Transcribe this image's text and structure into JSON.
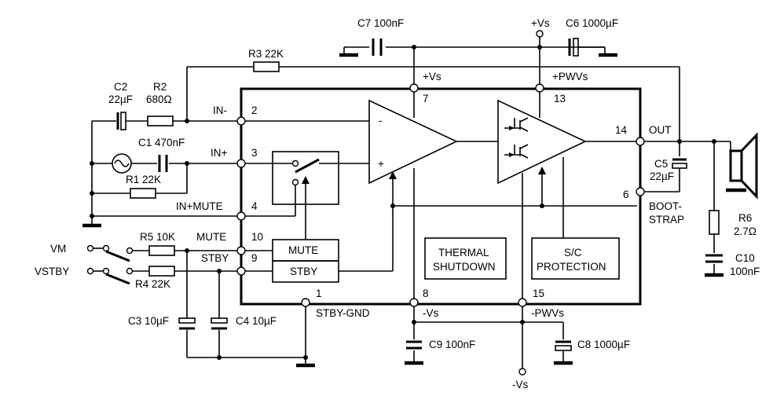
{
  "diagram": {
    "components": {
      "c7": "C7 100nF",
      "vs_top": "+Vs",
      "c6": "C6 1000µF",
      "r3": "R3 22K",
      "c2_name": "C2",
      "c2_value": "22µF",
      "r2_name": "R2",
      "r2_value": "680Ω",
      "c1": "C1 470nF",
      "r1": "R1 22K",
      "vm": "VM",
      "vstby": "VSTBY",
      "r5": "R5 10K",
      "r4": "R4 22K",
      "c3": "C3 10µF",
      "c4": "C4 10µF",
      "c9": "C9 100nF",
      "c8": "C8 1000µF",
      "vs_bottom": "-Vs",
      "c5_name": "C5",
      "c5_value": "22µF",
      "r6_name": "R6",
      "r6_value": "2.7Ω",
      "c10_name": "C10",
      "c10_value": "100nF"
    },
    "pins": {
      "in_minus": "IN-",
      "in_plus": "IN+",
      "in_plus_mute": "IN+MUTE",
      "mute": "MUTE",
      "stby": "STBY",
      "p2": "2",
      "p3": "3",
      "p4": "4",
      "p10": "10",
      "p9": "9",
      "p1": "1",
      "stby_gnd": "STBY-GND",
      "p7": "7",
      "plus_vs": "+Vs",
      "p13": "13",
      "plus_pwvs": "+PWVs",
      "p8": "8",
      "minus_vs": "-Vs",
      "p15": "15",
      "minus_pwvs": "-PWVs",
      "p14": "14",
      "out": "OUT",
      "p6": "6",
      "boot": "BOOT-",
      "strap": "STRAP"
    },
    "blocks": {
      "mute_box": "MUTE",
      "stby_box": "STBY",
      "thermal_1": "THERMAL",
      "thermal_2": "SHUTDOWN",
      "sc_1": "S/C",
      "sc_2": "PROTECTION",
      "minus_sign": "-",
      "plus_sign": "+"
    }
  }
}
